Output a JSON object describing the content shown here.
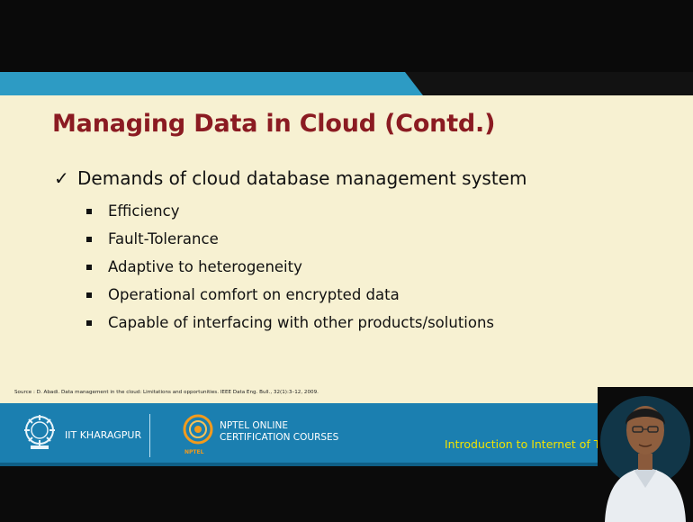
{
  "slide": {
    "title": "Managing Data in Cloud (Contd.)",
    "main_bullet_mark": "✓",
    "main_bullet": "Demands of cloud database management system",
    "sub_bullets": [
      "Efficiency",
      "Fault-Tolerance",
      "Adaptive to heterogeneity",
      "Operational comfort on encrypted data",
      "Capable of interfacing with other products/solutions"
    ],
    "source": "Source : D. Abadi. Data management in the cloud: Limitations and opportunities. IEEE Data Eng. Bull., 32(1):3–12, 2009."
  },
  "footer": {
    "institute": "IIT KHARAGPUR",
    "nptel_line1": "NPTEL ONLINE",
    "nptel_line2": "CERTIFICATION COURSES",
    "nptel_small": "NPTEL",
    "course": "Introduction to Internet of T"
  },
  "colors": {
    "title": "#8b1b22",
    "slide_bg": "#f7f1d2",
    "teal_band": "#2d9bc4",
    "footer_bg": "#1b7fb0",
    "course_text": "#f2e200"
  }
}
